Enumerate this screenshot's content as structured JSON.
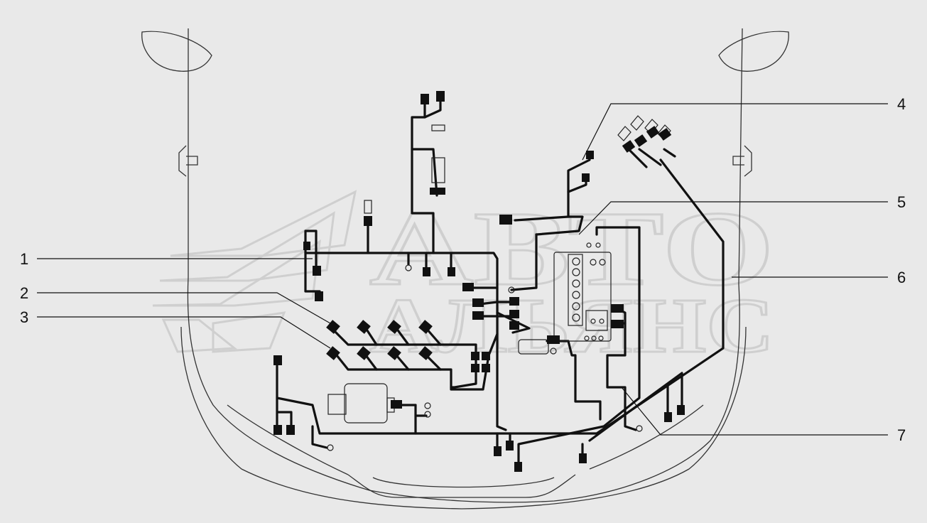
{
  "watermark": {
    "line1": "АВТО",
    "line2": "АЛЬЯНС"
  },
  "callouts": [
    {
      "id": "1",
      "label": "1"
    },
    {
      "id": "2",
      "label": "2"
    },
    {
      "id": "3",
      "label": "3"
    },
    {
      "id": "4",
      "label": "4"
    },
    {
      "id": "5",
      "label": "5"
    },
    {
      "id": "6",
      "label": "6"
    },
    {
      "id": "7",
      "label": "7"
    }
  ],
  "colors": {
    "background": "#e9e9e9",
    "wire": "#111111",
    "body_outline": "#333333",
    "watermark": "#cfcfcf"
  }
}
